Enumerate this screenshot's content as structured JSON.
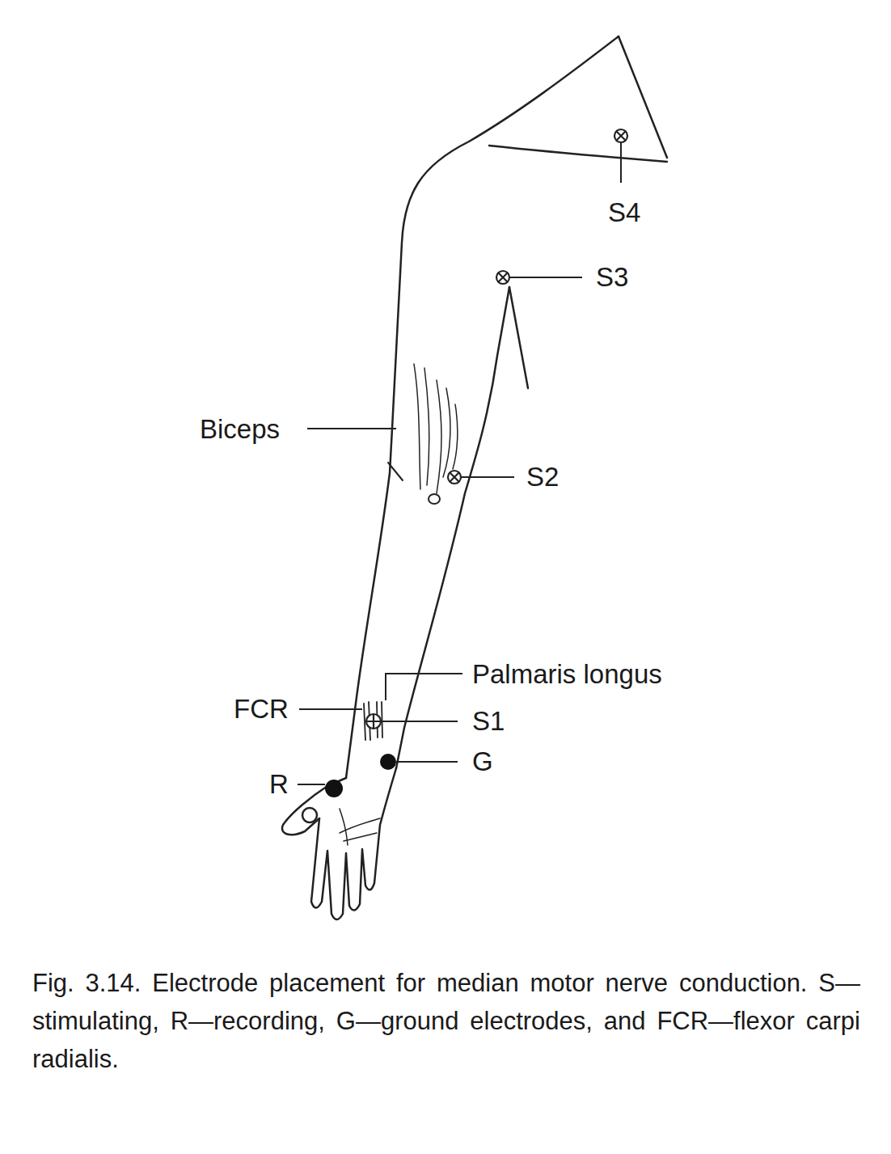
{
  "diagram": {
    "caption": "Fig. 3.14. Electrode placement for median motor nerve conduction. S—stimulating, R—recording, G—ground electrodes, and FCR—flexor carpi radialis.",
    "labels": [
      "S4",
      "S3",
      "Biceps",
      "S2",
      "Palmaris longus",
      "FCR",
      "S1",
      "G",
      "R"
    ]
  }
}
